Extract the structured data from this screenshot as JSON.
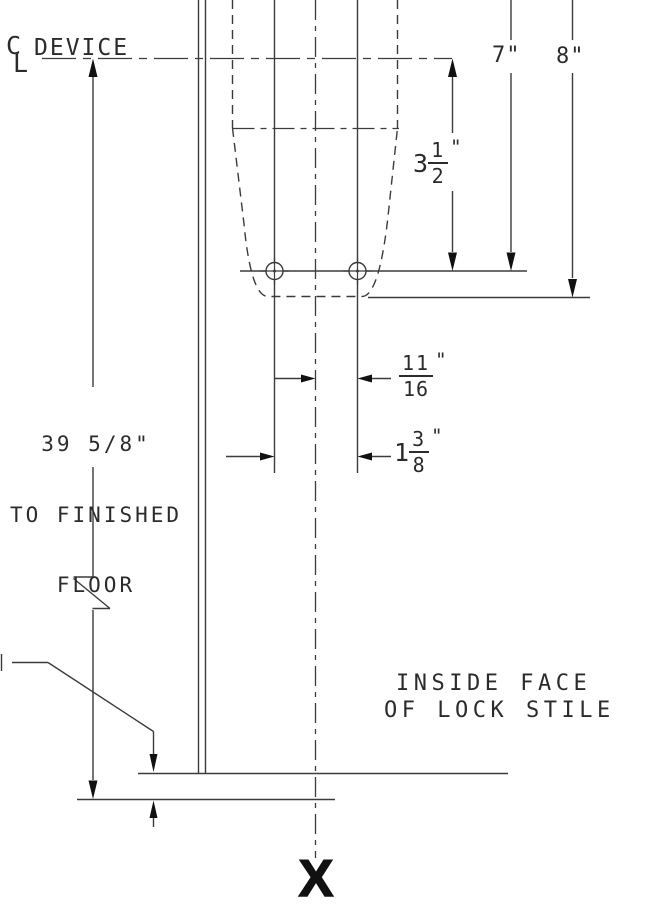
{
  "labels": {
    "centerline_c": "C",
    "centerline_l": "L",
    "device": "DEVICE",
    "inside_face_line1": "INSIDE FACE",
    "inside_face_line2": "OF LOCK STILE",
    "x_marker": "X"
  },
  "dimensions": {
    "seven": "7\"",
    "eight": "8\"",
    "three_half": {
      "whole": "3",
      "num": "1",
      "den": "2",
      "unit": "\""
    },
    "eleven_sixteenths": {
      "num": "11",
      "den": "16",
      "unit": "\""
    },
    "one_three_eighths": {
      "whole": "1",
      "num": "3",
      "den": "8",
      "unit": "\""
    },
    "floor_height": {
      "line1": "39 5/8\"",
      "line2": "TO FINISHED",
      "line3": "FLOOR"
    }
  },
  "colors": {
    "line": "#3b3b3b",
    "arrow": "#111111",
    "text": "#2b2b2b",
    "background": "#ffffff"
  }
}
